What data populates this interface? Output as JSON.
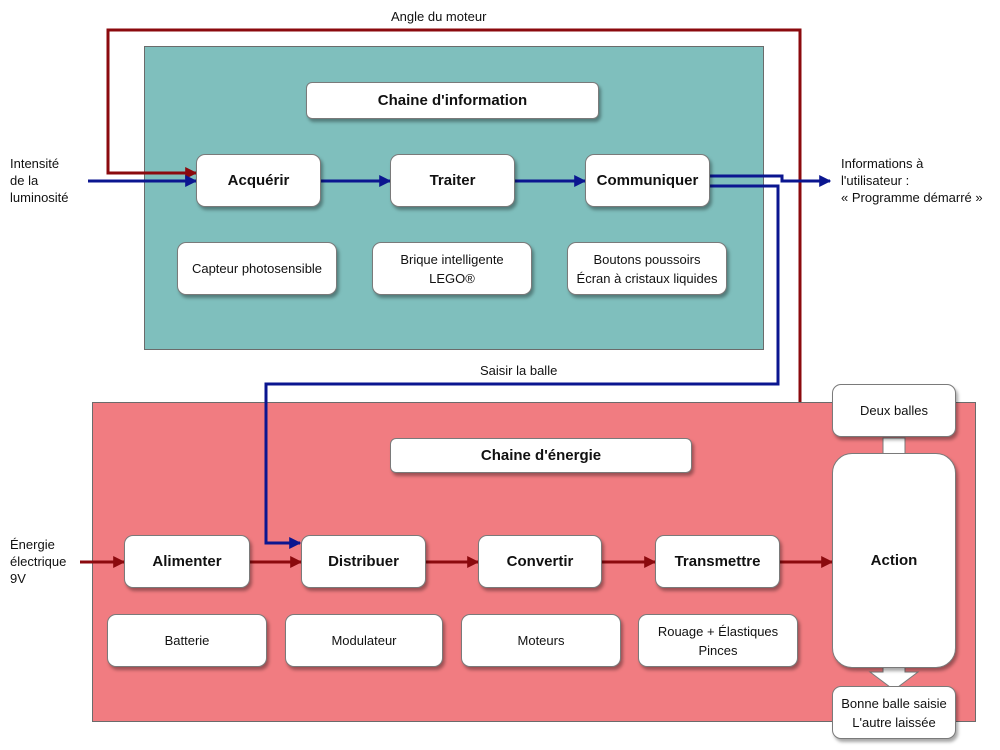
{
  "colors": {
    "info_panel": "#7fbfbd",
    "energy_panel": "#f17c81",
    "info_arrow": "#0b1690",
    "energy_arrow": "#8b0a0e"
  },
  "info_chain": {
    "title": "Chaine d'information",
    "functions": [
      "Acquérir",
      "Traiter",
      "Communiquer"
    ],
    "components": [
      "Capteur photosensible",
      "Brique intelligente\nLEGO®",
      "Boutons poussoirs\nÉcran à cristaux liquides"
    ]
  },
  "energy_chain": {
    "title": "Chaine d'énergie",
    "functions": [
      "Alimenter",
      "Distribuer",
      "Convertir",
      "Transmettre"
    ],
    "components": [
      "Batterie",
      "Modulateur",
      "Moteurs",
      "Rouage + Élastiques\nPinces"
    ],
    "action": "Action",
    "input_matter": "Deux balles",
    "output_matter": "Bonne balle saisie\nL'autre laissée"
  },
  "labels": {
    "motor_angle": "Angle du moteur",
    "light_intensity": "Intensité\nde la\nluminosité",
    "user_info": "Informations à\nl'utilisateur :\n« Programme démarré »",
    "grab_ball": "Saisir la balle",
    "electric_energy": "Énergie\nélectrique\n9V"
  }
}
